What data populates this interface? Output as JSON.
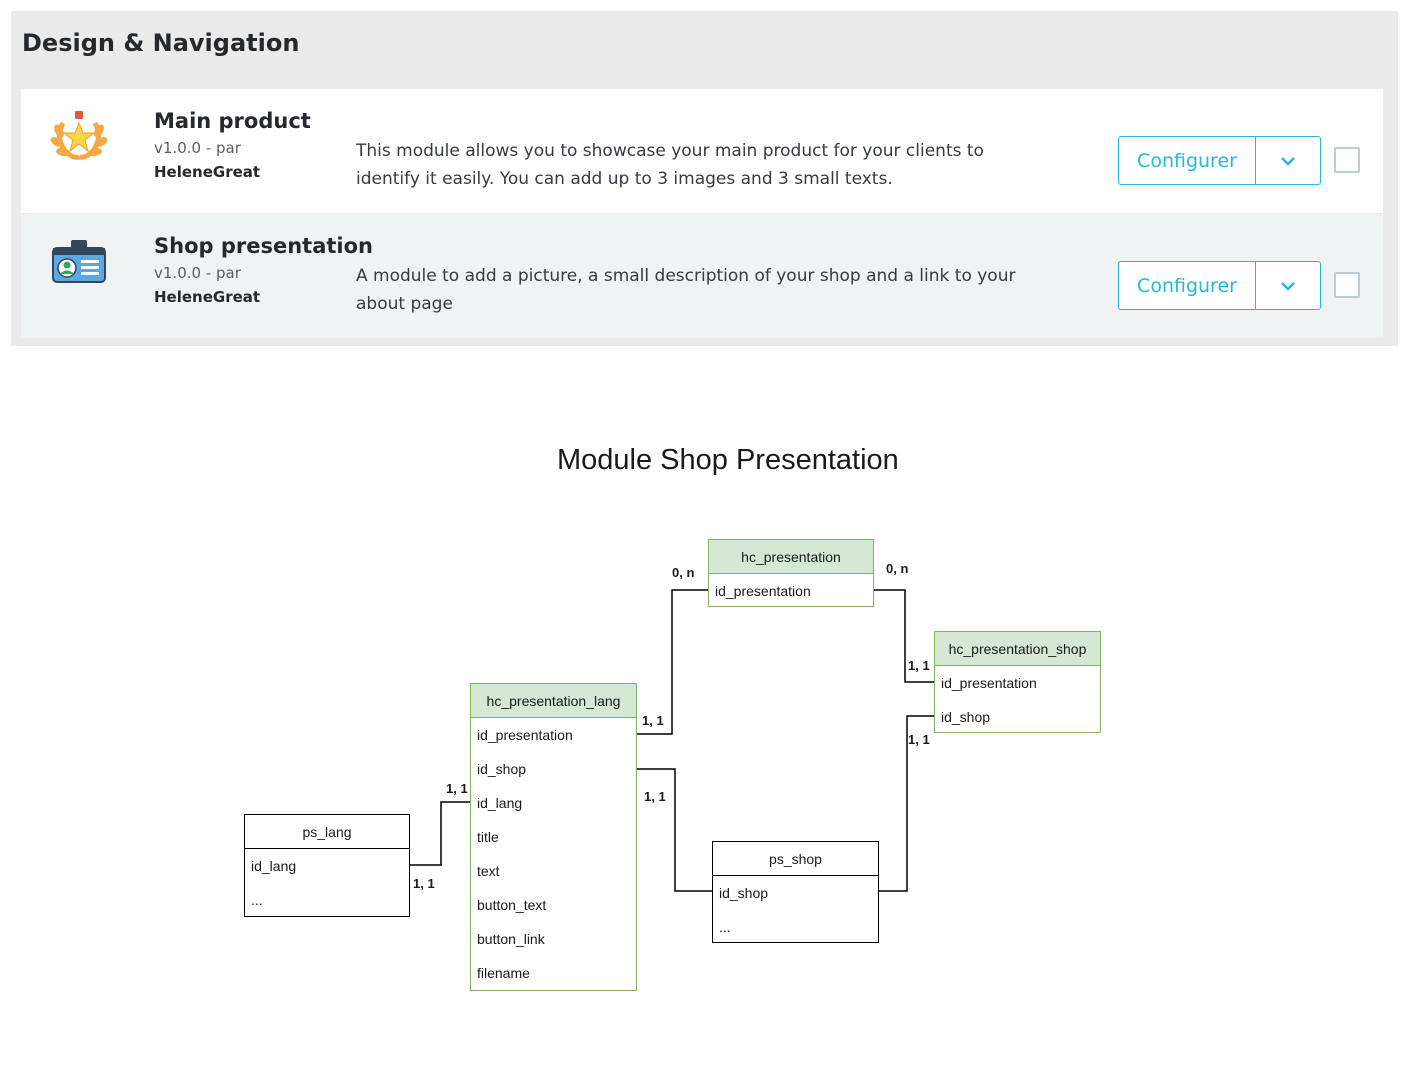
{
  "panel": {
    "title": "Design & Navigation",
    "modules": [
      {
        "name": "Main product",
        "version": "v1.0.0 - par",
        "author": "HeleneGreat",
        "description": "This module allows you to showcase your main product for your clients to identify it easily. You can add up to 3 images and 3 small texts.",
        "icon": "laurel-star-icon",
        "configure_label": "Configurer"
      },
      {
        "name": "Shop presentation",
        "version": "v1.0.0 - par",
        "author": "HeleneGreat",
        "description": "A module to add a picture, a small description of your shop and a link to your about page",
        "icon": "id-card-icon",
        "configure_label": "Configurer"
      }
    ],
    "colors": {
      "accent": "#25b9d7",
      "panel_bg": "#ebebeb",
      "row_alt_bg": "#eff3f4"
    }
  },
  "diagram": {
    "title": "Module Shop Presentation",
    "entities": {
      "hc_presentation": {
        "name": "hc_presentation",
        "fields": [
          "id_presentation"
        ]
      },
      "hc_presentation_shop": {
        "name": "hc_presentation_shop",
        "fields": [
          "id_presentation",
          "id_shop"
        ]
      },
      "hc_presentation_lang": {
        "name": "hc_presentation_lang",
        "fields": [
          "id_presentation",
          "id_shop",
          "id_lang",
          "title",
          "text",
          "button_text",
          "button_link",
          "filename"
        ]
      },
      "ps_lang": {
        "name": "ps_lang",
        "fields": [
          "id_lang",
          "..."
        ]
      },
      "ps_shop": {
        "name": "ps_shop",
        "fields": [
          "id_shop",
          "..."
        ]
      }
    },
    "cardinalities": {
      "pres_left": "0, n",
      "pres_right": "0, n",
      "shop_pres": "1, 1",
      "shop_shop": "1, 1",
      "lang_pres": "1, 1",
      "lang_lang": "1, 1",
      "lang_shop": "1, 1",
      "pslang_lang": "1, 1"
    }
  }
}
